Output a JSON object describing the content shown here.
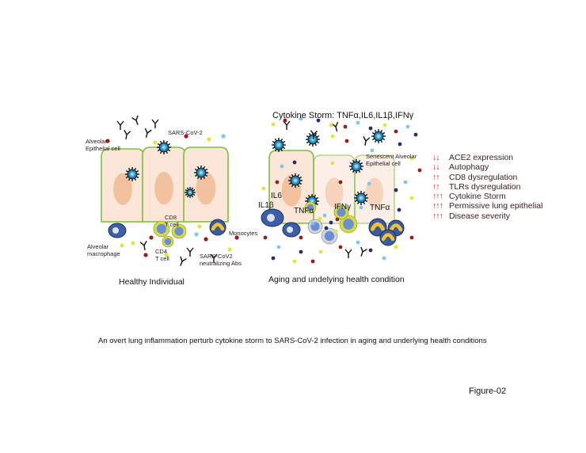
{
  "healthy_labels": {
    "epithelial": "Alveolar\nEpithelial cell",
    "sars": "SARS-CoV-2",
    "cd8": "CD8\nT cell",
    "monocytes": "Monocytes",
    "macrophage": "Alveolar\nmacrophage",
    "cd4": "CD4\nT cell",
    "abs": "SARS-CoV2\nneutralizing Abs",
    "condition": "Healthy Individual"
  },
  "aging_labels": {
    "storm": "Cytokine Storm: TNFα,IL6,IL1β,IFNγ",
    "senescent": "Senescent Alveolar\nEpithelial cell",
    "il6": "IL6",
    "il1b": "IL1β",
    "tnfa_left": "TNFα",
    "ifng": "IFNγ",
    "tnfa_right": "TNFα",
    "condition": "Aging and undelying health condition"
  },
  "effects": [
    {
      "arrows": "↓↓",
      "text": "ACE2 expression"
    },
    {
      "arrows": "↓↓",
      "text": "Autophagy"
    },
    {
      "arrows": "↑↑",
      "text": "CD8 dysregulation"
    },
    {
      "arrows": "↑↑",
      "text": "TLRs dysregulation"
    },
    {
      "arrows": "↑↑↑",
      "text": "Cytokine Storm"
    },
    {
      "arrows": "↑↑↑",
      "text": "Permissive lung epithelial"
    },
    {
      "arrows": "↑↑↑",
      "text": "Disease severity"
    }
  ],
  "caption": "An overt lung inflammation perturb cytokine storm to SARS-CoV-2 infection in aging and underlying health conditions",
  "figure_label": "Figure-02",
  "colors": {
    "cell_fill": "#fbe6d8",
    "cell_border": "#7cbf3c",
    "nucleus": "#f2c29e",
    "virus": "#2a9fd6",
    "macrophage": "#3d5fa8",
    "tcell": "#6b8fd1",
    "arrow_red": "#d01f1f",
    "yellow_dot": "#e3e63a",
    "red_dot": "#9a1b1b",
    "blue_dot": "#7fc8ec"
  }
}
